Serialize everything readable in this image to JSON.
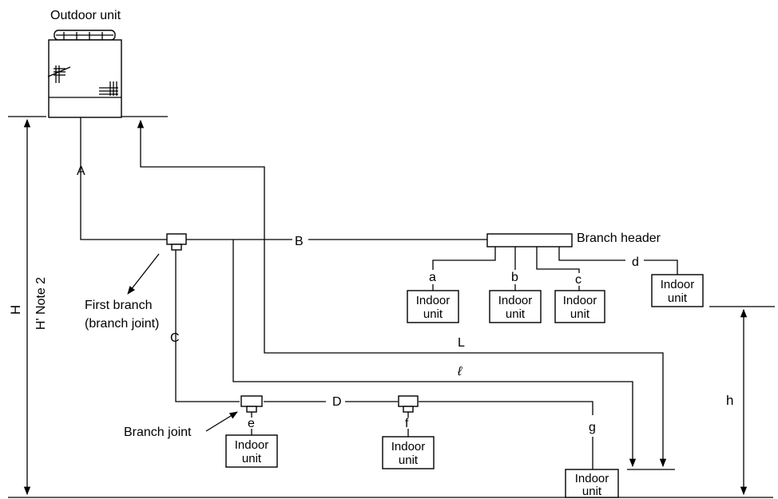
{
  "outdoor_unit_label": "Outdoor unit",
  "branch_header_label": "Branch header",
  "first_branch_label_line1": "First branch",
  "first_branch_label_line2": "(branch joint)",
  "branch_joint_label": "Branch joint",
  "indoor_unit_line1": "Indoor",
  "indoor_unit_line2": "unit",
  "pipe_labels": {
    "A": "A",
    "B": "B",
    "C": "C",
    "D": "D"
  },
  "branch_labels": {
    "a": "a",
    "b": "b",
    "c": "c",
    "d": "d",
    "e": "e",
    "f": "f",
    "g": "g"
  },
  "dimension_labels": {
    "H": "H",
    "H_prime": "H' Note 2",
    "L": "L",
    "l": "ℓ",
    "h": "h"
  }
}
